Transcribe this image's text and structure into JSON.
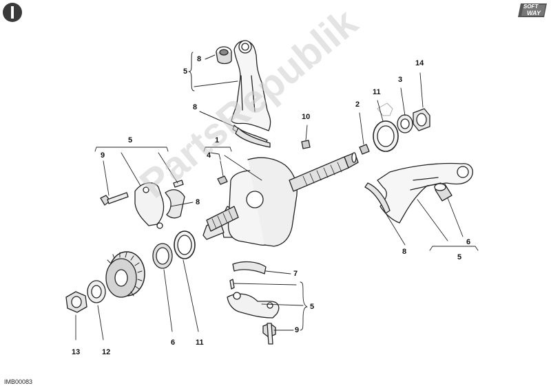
{
  "diagram": {
    "drawing_code": "IMB00083",
    "watermark": "PartsRepublik",
    "logo": {
      "line1": "SOFT",
      "line2": "WAY"
    },
    "callouts": [
      {
        "id": "c1",
        "text": "1"
      },
      {
        "id": "c2",
        "text": "2"
      },
      {
        "id": "c3",
        "text": "3"
      },
      {
        "id": "c4",
        "text": "4"
      },
      {
        "id": "c5a",
        "text": "5"
      },
      {
        "id": "c5b",
        "text": "5"
      },
      {
        "id": "c5c",
        "text": "5"
      },
      {
        "id": "c5d",
        "text": "5"
      },
      {
        "id": "c6a",
        "text": "6"
      },
      {
        "id": "c6b",
        "text": "6"
      },
      {
        "id": "c7",
        "text": "7"
      },
      {
        "id": "c8a",
        "text": "8"
      },
      {
        "id": "c8b",
        "text": "8"
      },
      {
        "id": "c8c",
        "text": "8"
      },
      {
        "id": "c8d",
        "text": "8"
      },
      {
        "id": "c9a",
        "text": "9"
      },
      {
        "id": "c9b",
        "text": "9"
      },
      {
        "id": "c10",
        "text": "10"
      },
      {
        "id": "c11a",
        "text": "11"
      },
      {
        "id": "c11b",
        "text": "11"
      },
      {
        "id": "c12",
        "text": "12"
      },
      {
        "id": "c13",
        "text": "13"
      },
      {
        "id": "c14",
        "text": "14"
      }
    ]
  }
}
